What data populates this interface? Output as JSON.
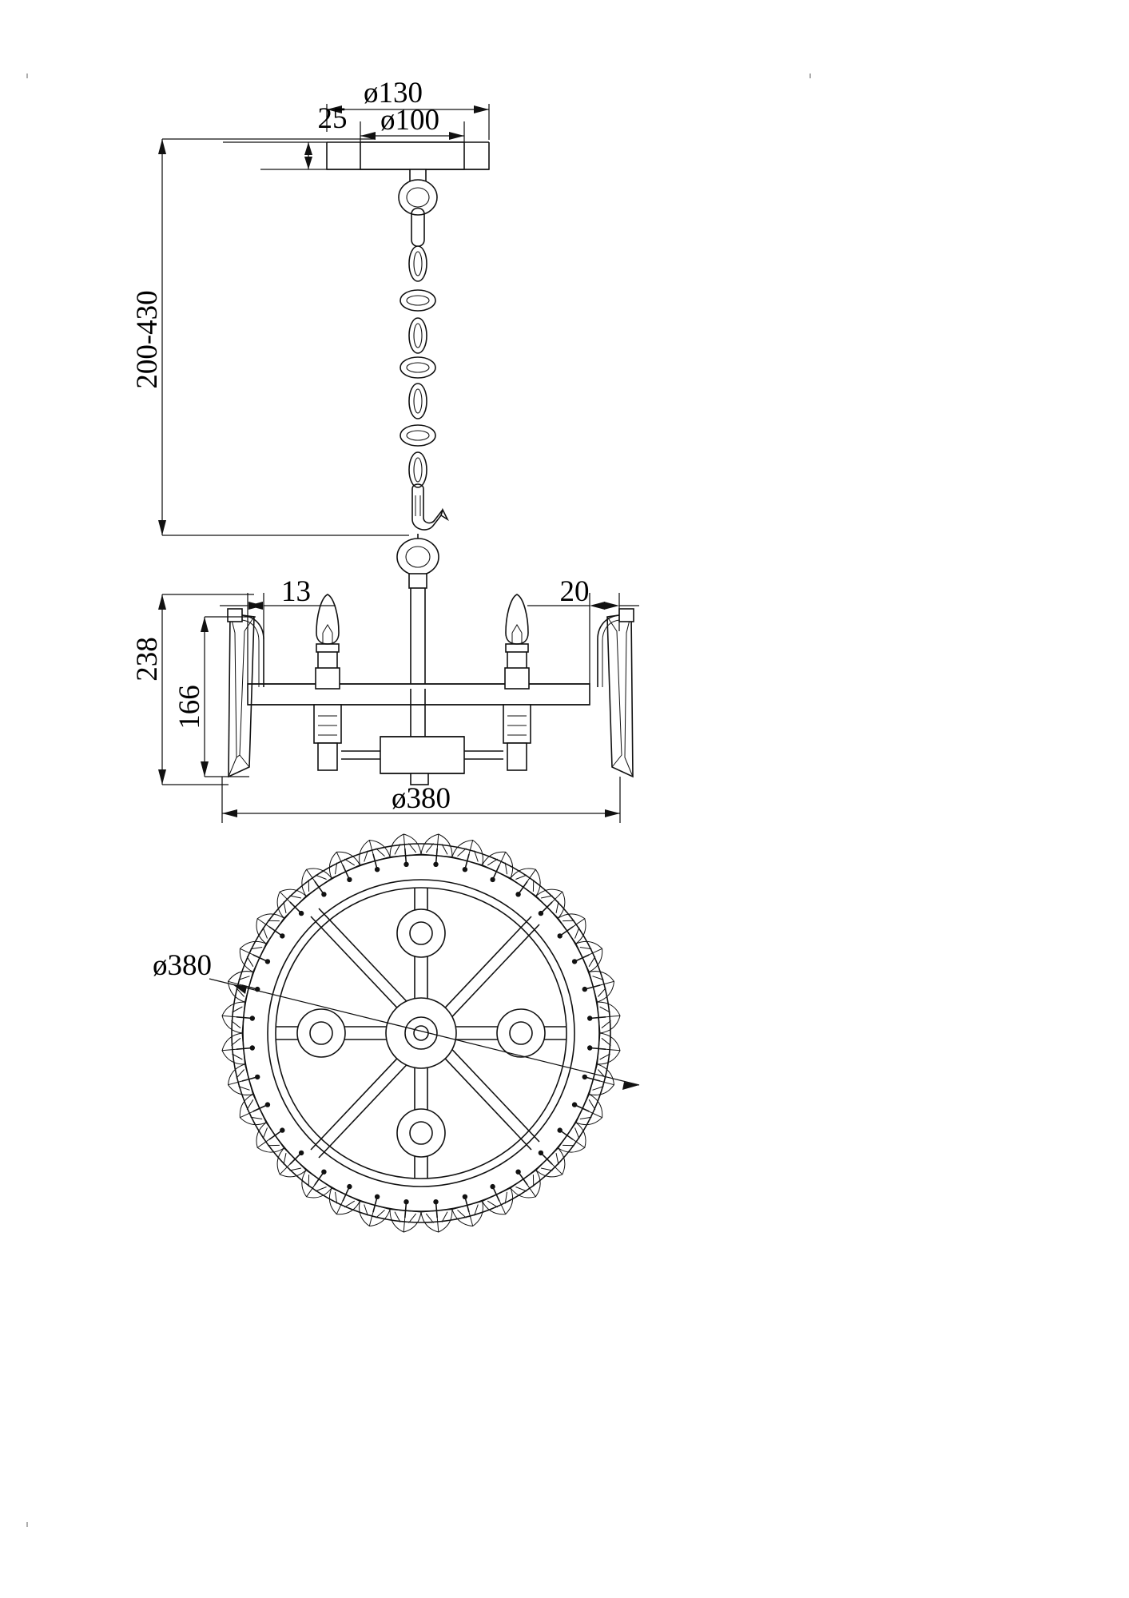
{
  "document": {
    "type": "technical-drawing",
    "subject": "pendant chandelier dimensional drawing",
    "views": [
      "front-elevation",
      "bottom-plan"
    ]
  },
  "dimensions": {
    "canopy_outer_diameter": "ø130",
    "canopy_inner_diameter": "ø100",
    "canopy_height": "25",
    "suspension_range": "200-430",
    "fixture_total_height": "238",
    "fixture_body_height": "166",
    "crystal_left_offset": "13",
    "crystal_right_offset": "20",
    "fixture_diameter_elevation": "ø380",
    "fixture_diameter_plan": "ø380"
  },
  "labels": {
    "d130": "ø130",
    "d100": "ø100",
    "h25": "25",
    "drop": "200-430",
    "h238": "238",
    "h166": "166",
    "w13": "13",
    "w20": "20",
    "d380_elev": "ø380",
    "d380_plan": "ø380"
  },
  "style": {
    "line_color": "#111111",
    "background": "#ffffff",
    "text_color": "#000000"
  }
}
